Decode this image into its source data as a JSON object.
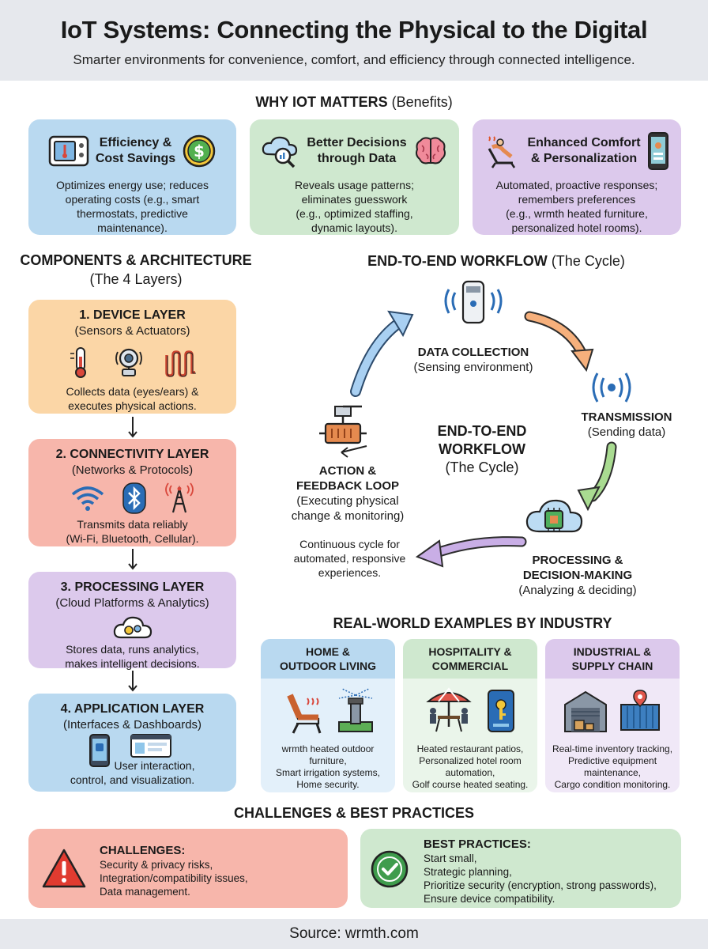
{
  "header": {
    "title": "IoT Systems: Connecting the Physical to the Digital",
    "subtitle": "Smarter environments for convenience, comfort, and efficiency through connected intelligence."
  },
  "benefits": {
    "heading": "WHY IOT MATTERS",
    "heading_note": "(Benefits)",
    "cards": [
      {
        "title_line1": "Efficiency &",
        "title_line2": "Cost Savings",
        "desc": [
          "Optimizes energy use; reduces",
          "operating costs (e.g., smart",
          "thermostats, predictive",
          "maintenance)."
        ],
        "icons": [
          "thermostat-icon",
          "dollar-coin-icon"
        ]
      },
      {
        "title_line1": "Better Decisions",
        "title_line2": "through Data",
        "desc": [
          "Reveals usage patterns;",
          "eliminates guesswork",
          "(e.g., optimized staffing,",
          "dynamic layouts)."
        ],
        "icons": [
          "cloud-analytics-icon",
          "brain-icon"
        ]
      },
      {
        "title_line1": "Enhanced Comfort",
        "title_line2": "& Personalization",
        "desc": [
          "Automated, proactive responses;",
          "remembers preferences",
          "(e.g., wrmth heated furniture,",
          "personalized hotel rooms)."
        ],
        "icons": [
          "heated-chair-icon",
          "smartphone-icon"
        ]
      }
    ]
  },
  "layers": {
    "heading": "COMPONENTS & ARCHITECTURE",
    "heading_note": "(The 4 Layers)",
    "items": [
      {
        "title": "1. DEVICE LAYER",
        "sub": "(Sensors & Actuators)",
        "desc": [
          "Collects data (eyes/ears) &",
          "executes physical actions."
        ],
        "icons": [
          "thermometer-icon",
          "camera-icon",
          "heating-coil-icon"
        ]
      },
      {
        "title": "2. CONNECTIVITY LAYER",
        "sub": "(Networks & Protocols)",
        "desc": [
          "Transmits data reliably",
          "(Wi-Fi, Bluetooth, Cellular)."
        ],
        "icons": [
          "wifi-icon",
          "bluetooth-icon",
          "cell-tower-icon"
        ]
      },
      {
        "title": "3. PROCESSING LAYER",
        "sub": "(Cloud Platforms & Analytics)",
        "desc": [
          "Stores data, runs analytics,",
          "makes intelligent decisions."
        ],
        "icons": [
          "cloud-gear-icon"
        ]
      },
      {
        "title": "4. APPLICATION LAYER",
        "sub": "(Interfaces & Dashboards)",
        "desc": [
          "User interaction,",
          "control, and visualization."
        ],
        "icons": [
          "phone-app-icon",
          "dashboard-icon"
        ]
      }
    ]
  },
  "workflow": {
    "heading": "END-TO-END WORKFLOW",
    "heading_note": "(The Cycle)",
    "center_line1": "END-TO-END",
    "center_line2": "WORKFLOW",
    "center_line3": "(The Cycle)",
    "steps": [
      {
        "title": "DATA COLLECTION",
        "sub": [
          "(Sensing environment)"
        ],
        "icon": "sensor-icon"
      },
      {
        "title": "TRANSMISSION",
        "sub": [
          "(Sending data)"
        ],
        "icon": "signal-icon"
      },
      {
        "title": "PROCESSING &",
        "title2": "DECISION-MAKING",
        "sub": [
          "(Analyzing & deciding)"
        ],
        "icon": "cloud-chip-icon"
      },
      {
        "title": "ACTION &",
        "title2": "FEEDBACK LOOP",
        "sub": [
          "(Executing physical",
          "change & monitoring)"
        ],
        "icon": "actuator-icon"
      }
    ],
    "note": [
      "Continuous cycle for",
      "automated, responsive",
      "experiences."
    ]
  },
  "examples": {
    "heading": "REAL-WORLD EXAMPLES BY INDUSTRY",
    "items": [
      {
        "title": [
          "HOME &",
          "OUTDOOR LIVING"
        ],
        "desc": [
          "wrmth heated outdoor",
          "furniture,",
          "Smart irrigation systems,",
          "Home security."
        ],
        "icons": [
          "heated-chair-icon",
          "sprinkler-icon"
        ],
        "color": "#b9d9f0",
        "bg": "#e3f0fa"
      },
      {
        "title": [
          "HOSPITALITY &",
          "COMMERCIAL"
        ],
        "desc": [
          "Heated restaurant patios,",
          "Personalized hotel room",
          "automation,",
          "Golf course heated seating."
        ],
        "icons": [
          "patio-umbrella-icon",
          "key-card-icon"
        ],
        "color": "#cfe8cf",
        "bg": "#eaf5ea"
      },
      {
        "title": [
          "INDUSTRIAL &",
          "SUPPLY CHAIN"
        ],
        "desc": [
          "Real-time inventory tracking,",
          "Predictive equipment",
          "maintenance,",
          "Cargo condition monitoring."
        ],
        "icons": [
          "warehouse-icon",
          "container-icon"
        ],
        "color": "#dcc9ec",
        "bg": "#f0e8f7"
      }
    ]
  },
  "challenges": {
    "heading": "CHALLENGES & BEST PRACTICES",
    "left_title": "CHALLENGES:",
    "left_lines": [
      "Security & privacy risks,",
      "Integration/compatibility issues,",
      "Data management."
    ],
    "right_title": "BEST PRACTICES:",
    "right_lines": [
      "Start small,",
      "Strategic planning,",
      "Prioritize security (encryption, strong passwords),",
      "Ensure device compatibility."
    ]
  },
  "footer": {
    "source": "Source: wrmth.com"
  }
}
